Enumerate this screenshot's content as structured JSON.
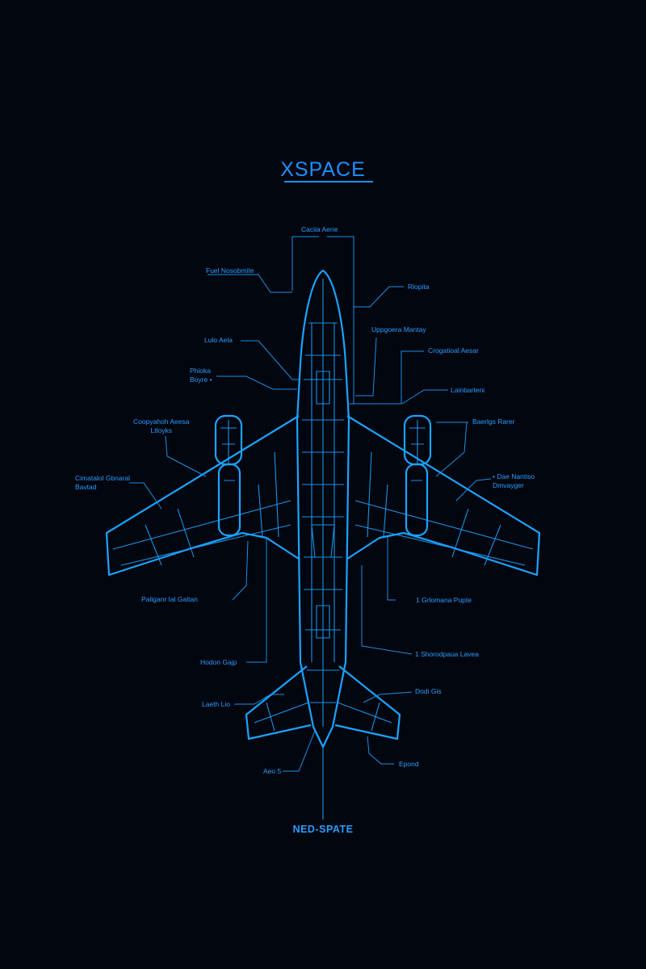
{
  "title": "XSPACE",
  "footer": "NED-SPATE",
  "colors": {
    "background": "#02060f",
    "stroke": "#1aa3ff",
    "text": "#2a9dff"
  },
  "labels": [
    "Caciia Aerie",
    "Fuel Nosobmite",
    "Rlopita",
    "Lulo Aela",
    "Uppgoera Mantay",
    "Phioka\nBoyre •",
    "Crogatioal Aesar",
    "Lainbarteni",
    "Coopyahoh Aeesa\nLtloyks",
    "Baerlgs Rarer",
    "Cimatalol Gbnaral\nBavtad",
    "• Dae Nantiso\nDmvayger",
    "Paliganr Ial Galtan",
    "1 Grlomana Pupte",
    "Hodon Gajp",
    "1 Shorodpaua Lavea",
    "Laeth Lio",
    "Dodi Gis",
    "Aeo 5",
    "Epond"
  ]
}
